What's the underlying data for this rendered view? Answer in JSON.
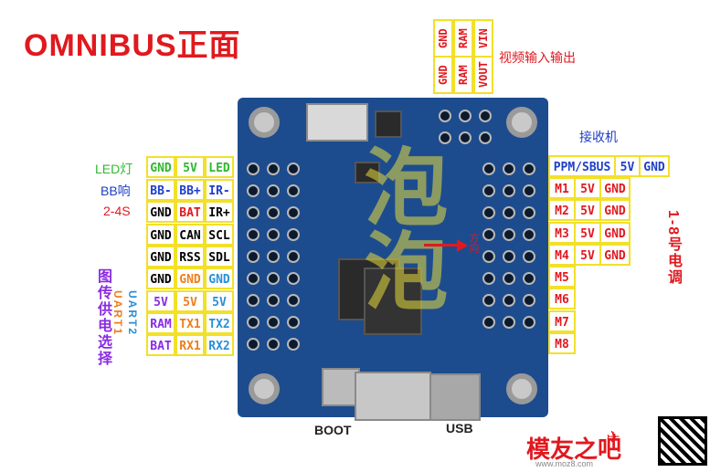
{
  "title": "OMNIBUS正面",
  "colors": {
    "title": "#e0191f",
    "green": "#2fb82f",
    "blue": "#1e3ec8",
    "red": "#e0191f",
    "orange": "#ee7d1b",
    "purple": "#8a2be2",
    "cyan": "#2a8fd6"
  },
  "video": {
    "label": "视频输入输出",
    "cols": [
      [
        "GND",
        "GND"
      ],
      [
        "RAM",
        "RAM"
      ],
      [
        "VIN",
        "VOUT"
      ]
    ]
  },
  "receiver_label": "接收机",
  "motor_label": "1-8号电调",
  "left_labels": {
    "led": "LED灯",
    "bb": "BB响",
    "s24": "2-4S",
    "uart2": "UART2",
    "uart1": "UART1",
    "power": "图传供电选择"
  },
  "left_grid": [
    [
      "GND",
      "5V",
      "LED"
    ],
    [
      "BB-",
      "BB+",
      "IR-"
    ],
    [
      "GND",
      "BAT",
      "IR+"
    ],
    [
      "GND",
      "CAN",
      "SCL"
    ],
    [
      "GND",
      "RSS",
      "SDL"
    ],
    [
      "GND",
      "GND",
      "GND"
    ],
    [
      "5V",
      "5V",
      "5V"
    ],
    [
      "RAM",
      "TX1",
      "TX2"
    ],
    [
      "BAT",
      "RX1",
      "RX2"
    ]
  ],
  "right_top": [
    "PPM/SBUS",
    "5V",
    "GND"
  ],
  "motors": [
    [
      "M1",
      "5V",
      "GND"
    ],
    [
      "M2",
      "5V",
      "GND"
    ],
    [
      "M3",
      "5V",
      "GND"
    ],
    [
      "M4",
      "5V",
      "GND"
    ],
    [
      "M5"
    ],
    [
      "M6"
    ],
    [
      "M7"
    ],
    [
      "M8"
    ]
  ],
  "board": {
    "watermark": "泡泡",
    "arrow_label": "方向"
  },
  "boot_label": "BOOT",
  "usb_label": "USB",
  "footer": {
    "logo": "模友之吧",
    "url": "www.moz8.com"
  }
}
